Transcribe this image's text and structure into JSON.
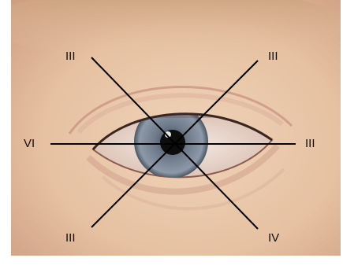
{
  "diagram": {
    "labels": {
      "top_left": "III",
      "top_right": "III",
      "left": "VI",
      "right": "III",
      "bottom_left": "III",
      "bottom_right": "IV"
    },
    "colors": {
      "line": "#000000",
      "skin": "#e9c6a7",
      "skin_shadow": "#c99a82",
      "sclera": "#efe4dc",
      "iris": "#7a8796",
      "pupil": "#111111",
      "brow": "#b68f6c"
    }
  }
}
